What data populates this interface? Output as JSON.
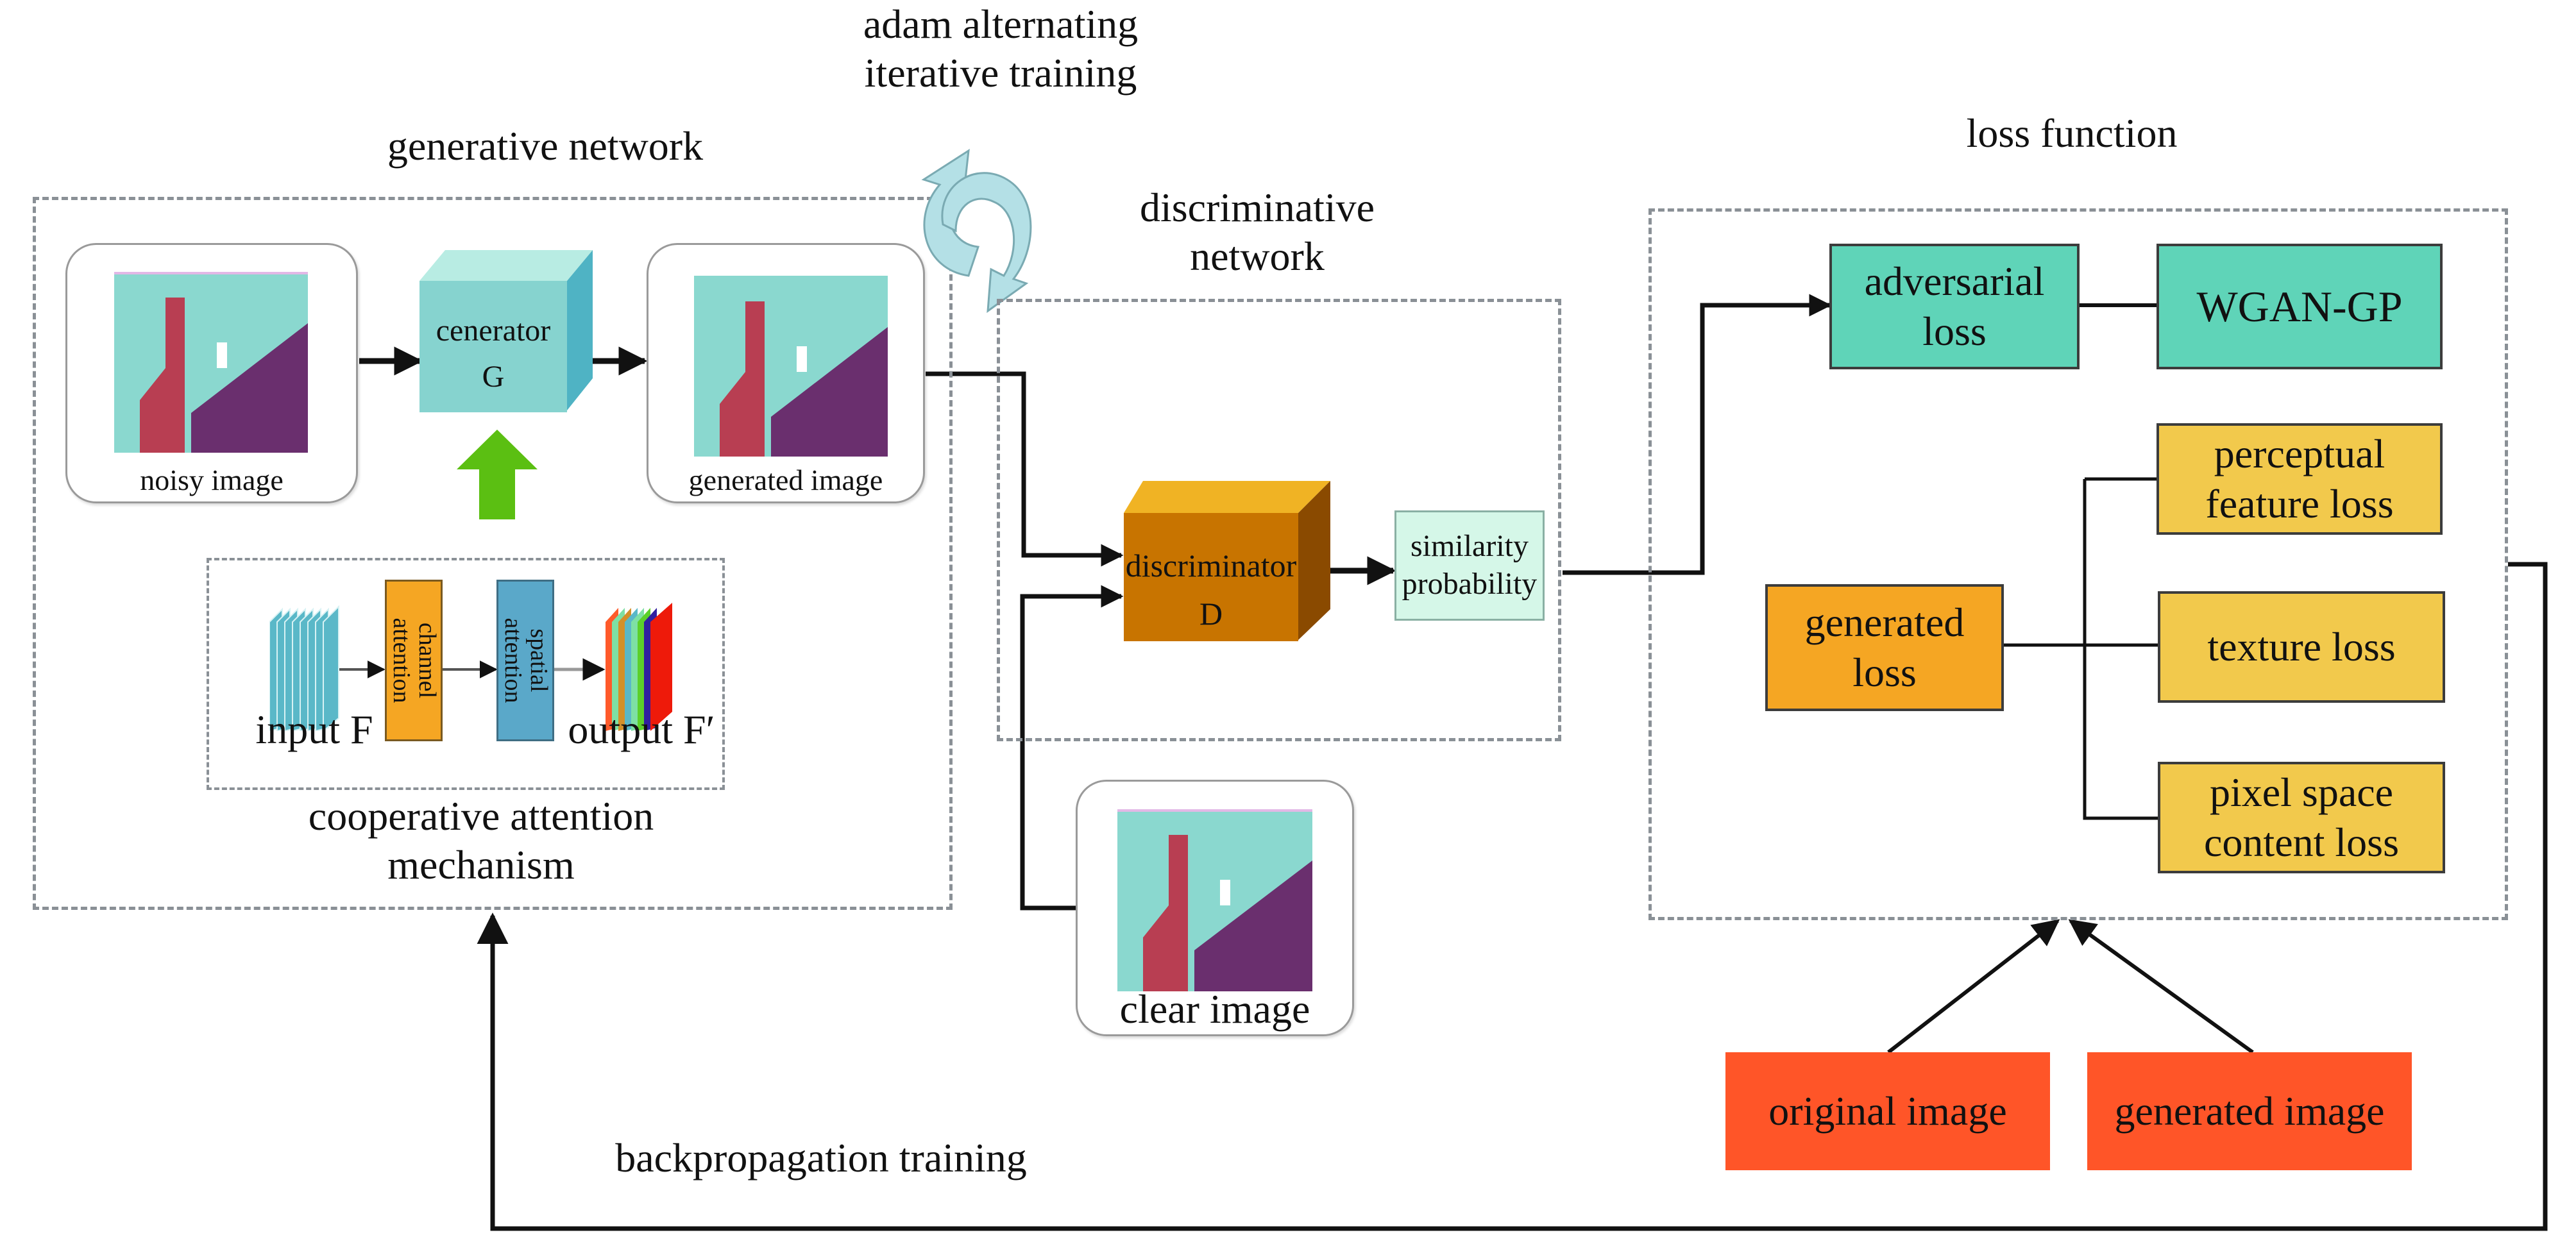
{
  "title_adam": [
    "adam alternating",
    "iterative training"
  ],
  "generative": {
    "title": "generative network",
    "noisy_label": "noisy image",
    "generator_label": [
      "cenerator",
      "G"
    ],
    "generated_label": "generated image",
    "attention": {
      "input_label": "input F",
      "channel_label": [
        "channel",
        "attention"
      ],
      "spatial_label": [
        "spatial",
        "attention"
      ],
      "output_label": "output F′",
      "caption": [
        "cooperative attention",
        "mechanism"
      ]
    }
  },
  "discriminative": {
    "title": [
      "discriminative",
      "network"
    ],
    "discriminator_label": [
      "discriminator",
      "D"
    ],
    "similarity_label": [
      "similarity",
      "probability"
    ],
    "clear_label": "clear image"
  },
  "loss": {
    "title": "loss function",
    "adversarial": [
      "adversarial",
      "loss"
    ],
    "wgan": "WGAN-GP",
    "generated_loss": [
      "generated",
      "loss"
    ],
    "perceptual": [
      "perceptual",
      "feature loss"
    ],
    "texture": "texture loss",
    "pixel": [
      "pixel space",
      "content loss"
    ],
    "original_image": "original image",
    "generated_image": "generated image"
  },
  "backprop_label": "backpropagation training",
  "colors": {
    "teal": "#5fd4b8",
    "cube_teal": "#86d3cf",
    "orange_box": "#f5a623",
    "yellow_box": "#f2c94c",
    "red_box": "#ff5528",
    "disc_cube": "#c87400",
    "similarity": "#d5f7e8",
    "green_arrow": "#5bbf12",
    "cycle_arrow": "#b4e0e6"
  }
}
